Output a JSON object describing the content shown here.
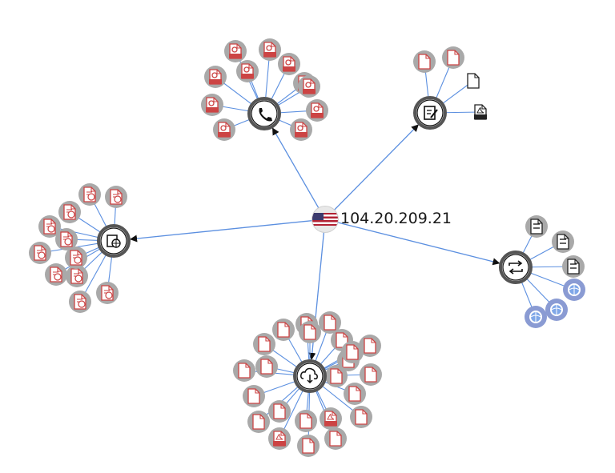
{
  "center": {
    "label": "104.20.209.21",
    "flag": "us-flag-icon"
  },
  "colors": {
    "edge": "#5b8fe0",
    "relation_ring": "#555555",
    "neighbor_disc": "#a9a9a9",
    "malicious": "#cc4444",
    "clean": "#222222",
    "highlight_disc": "#8a9bd3"
  },
  "hubs": [
    {
      "id": "communicating-files",
      "icon": "phone-icon",
      "children": [
        {
          "icon": "exe-file-icon",
          "status": "malicious"
        },
        {
          "icon": "exe-file-icon",
          "status": "malicious"
        },
        {
          "icon": "exe-file-icon",
          "status": "malicious"
        },
        {
          "icon": "exe-file-icon",
          "status": "malicious"
        },
        {
          "icon": "exe-file-icon",
          "status": "malicious"
        },
        {
          "icon": "exe-file-icon",
          "status": "malicious"
        },
        {
          "icon": "exe-file-icon",
          "status": "malicious"
        },
        {
          "icon": "exe-file-icon",
          "status": "malicious"
        },
        {
          "icon": "exe-file-icon",
          "status": "malicious"
        },
        {
          "icon": "exe-file-icon",
          "status": "malicious"
        },
        {
          "icon": "exe-file-icon",
          "status": "malicious"
        }
      ]
    },
    {
      "id": "referrer-files",
      "icon": "document-edit-icon",
      "children": [
        {
          "icon": "file-icon",
          "status": "malicious"
        },
        {
          "icon": "file-icon",
          "status": "malicious"
        },
        {
          "icon": "file-icon",
          "status": "clean"
        },
        {
          "icon": "pdf-file-icon",
          "status": "clean"
        }
      ]
    },
    {
      "id": "resolutions",
      "icon": "swap-arrows-icon",
      "children": [
        {
          "icon": "binary-file-icon",
          "status": "clean"
        },
        {
          "icon": "binary-file-icon",
          "status": "clean"
        },
        {
          "icon": "binary-file-icon",
          "status": "clean"
        },
        {
          "icon": "globe-icon",
          "status": "highlight"
        },
        {
          "icon": "globe-icon",
          "status": "highlight"
        },
        {
          "icon": "globe-icon",
          "status": "highlight"
        }
      ]
    },
    {
      "id": "downloaded-files",
      "icon": "cloud-download-icon",
      "children": [
        {
          "icon": "file-icon",
          "status": "malicious"
        },
        {
          "icon": "file-icon",
          "status": "malicious"
        },
        {
          "icon": "file-icon",
          "status": "malicious"
        },
        {
          "icon": "file-icon",
          "status": "malicious"
        },
        {
          "icon": "file-icon",
          "status": "malicious"
        },
        {
          "icon": "file-icon",
          "status": "malicious"
        },
        {
          "icon": "file-icon",
          "status": "malicious"
        },
        {
          "icon": "file-icon",
          "status": "malicious"
        },
        {
          "icon": "file-icon",
          "status": "malicious"
        },
        {
          "icon": "file-icon",
          "status": "malicious"
        },
        {
          "icon": "file-icon",
          "status": "malicious"
        },
        {
          "icon": "file-icon",
          "status": "malicious"
        },
        {
          "icon": "file-icon",
          "status": "malicious"
        },
        {
          "icon": "file-icon",
          "status": "malicious"
        },
        {
          "icon": "file-icon",
          "status": "malicious"
        },
        {
          "icon": "file-icon",
          "status": "malicious"
        },
        {
          "icon": "file-icon",
          "status": "malicious"
        },
        {
          "icon": "file-icon",
          "status": "malicious"
        },
        {
          "icon": "pdf-file-icon",
          "status": "malicious"
        },
        {
          "icon": "pdf-file-icon",
          "status": "malicious"
        },
        {
          "icon": "file-icon",
          "status": "malicious"
        },
        {
          "icon": "file-icon",
          "status": "malicious"
        },
        {
          "icon": "file-icon",
          "status": "malicious"
        }
      ]
    },
    {
      "id": "urls",
      "icon": "web-page-icon",
      "children": [
        {
          "icon": "web-file-icon",
          "status": "malicious"
        },
        {
          "icon": "web-file-icon",
          "status": "malicious"
        },
        {
          "icon": "web-file-icon",
          "status": "malicious"
        },
        {
          "icon": "web-file-icon",
          "status": "malicious"
        },
        {
          "icon": "web-file-icon",
          "status": "malicious"
        },
        {
          "icon": "web-file-icon",
          "status": "malicious"
        },
        {
          "icon": "web-file-icon",
          "status": "malicious"
        },
        {
          "icon": "web-file-icon",
          "status": "malicious"
        },
        {
          "icon": "web-file-icon",
          "status": "malicious"
        },
        {
          "icon": "web-file-icon",
          "status": "malicious"
        },
        {
          "icon": "web-file-icon",
          "status": "malicious"
        }
      ]
    }
  ]
}
